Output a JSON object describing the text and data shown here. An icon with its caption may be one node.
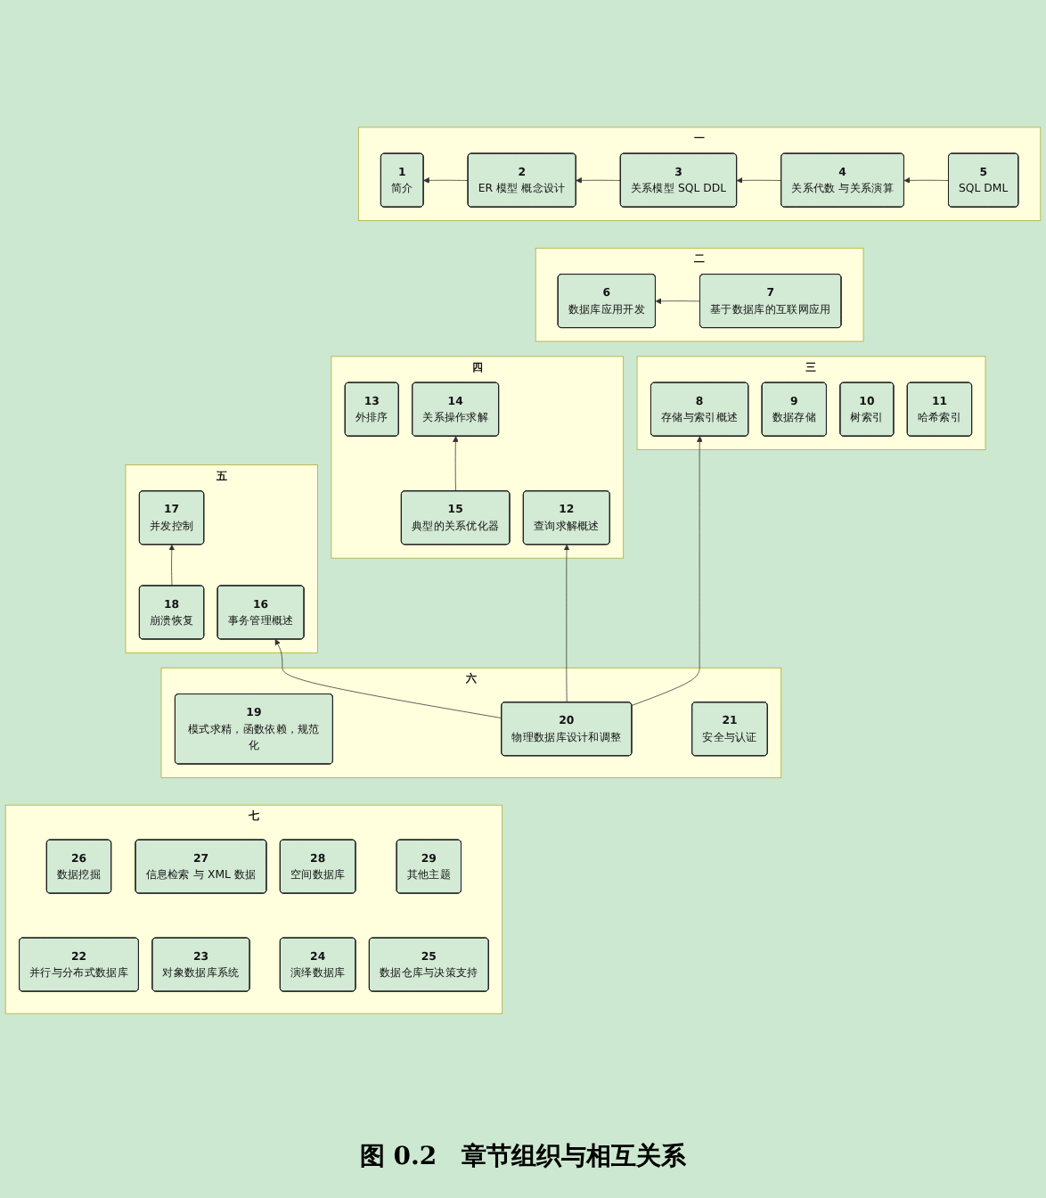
{
  "diagram": {
    "caption": "图 0.2　章节组织与相互关系",
    "nodes": [
      {
        "text": [
          "一"
        ]
      },
      {
        "text": [
          "1",
          "简介"
        ],
        "in": 0
      },
      {
        "text": [
          "2",
          "ER 模型 概念设计"
        ],
        "in": 0
      },
      {
        "text": [
          "3",
          "关系模型 SQL DDL"
        ],
        "in": 0
      },
      {
        "text": [
          "4",
          "关系代数 与关系演算"
        ],
        "in": 0
      },
      {
        "text": [
          "5",
          "SQL DML"
        ],
        "in": 0
      },
      {
        "text": [
          "二"
        ]
      },
      {
        "text": [
          "6",
          "数据库应用开发"
        ],
        "in": 6
      },
      {
        "text": [
          "7",
          "基于数据库的互联网应用"
        ],
        "in": 6
      },
      {
        "text": [
          "三"
        ]
      },
      {
        "text": [
          "8",
          "存储与索引概述"
        ],
        "in": 9
      },
      {
        "text": [
          "9",
          "数据存储"
        ],
        "in": 9
      },
      {
        "text": [
          "10",
          "树索引"
        ],
        "in": 9
      },
      {
        "text": [
          "11",
          "哈希索引"
        ],
        "in": 9
      },
      {
        "text": [
          "四"
        ]
      },
      {
        "text": [
          "12",
          "查询求解概述"
        ],
        "in": 14
      },
      {
        "text": [
          "13",
          "外排序"
        ],
        "in": 14
      },
      {
        "text": [
          "14",
          "关系操作求解"
        ],
        "in": 14
      },
      {
        "text": [
          "15",
          "典型的关系优化器"
        ],
        "in": 14
      },
      {
        "text": [
          "五"
        ]
      },
      {
        "text": [
          "16",
          "事务管理概述"
        ],
        "in": 19
      },
      {
        "text": [
          "17",
          "并发控制"
        ],
        "in": 19
      },
      {
        "text": [
          "18",
          "崩溃恢复"
        ],
        "in": 19
      },
      {
        "text": [
          "六"
        ]
      },
      {
        "text": [
          "19",
          "模式求精，函数依赖，规范化"
        ],
        "in": 23
      },
      {
        "text": [
          "20",
          "物理数据库设计和调整"
        ],
        "in": 23
      },
      {
        "text": [
          "21",
          "安全与认证"
        ],
        "in": 23
      },
      {
        "text": [
          "七"
        ]
      },
      {
        "text": [
          "22",
          "并行与分布式数据库"
        ],
        "in": 27
      },
      {
        "text": [
          "23",
          "对象数据库系统"
        ],
        "in": 27
      },
      {
        "text": [
          "24",
          "演绎数据库"
        ],
        "in": 27
      },
      {
        "text": [
          "25",
          "数据仓库与决策支持"
        ],
        "in": 27
      },
      {
        "text": [
          "26",
          "数据挖掘"
        ],
        "in": 27
      },
      {
        "text": [
          "27",
          "信息检索 与 XML 数据"
        ],
        "in": 27
      },
      {
        "text": [
          "28",
          "空间数据库"
        ],
        "in": 27
      },
      {
        "text": [
          "29",
          "其他主题"
        ],
        "in": 27
      }
    ],
    "edges": [
      {
        "from": 2,
        "to": 1,
        "arrow": "to"
      },
      {
        "from": 3,
        "to": 2,
        "arrow": "to"
      },
      {
        "from": 4,
        "to": 3,
        "arrow": "to"
      },
      {
        "from": 5,
        "to": 4,
        "arrow": "to"
      },
      {
        "from": 8,
        "to": 7,
        "arrow": "to"
      },
      {
        "from": 18,
        "to": 17,
        "arrow": "to"
      },
      {
        "from": 22,
        "to": 21,
        "arrow": "to"
      },
      {
        "from": 25,
        "to": 10,
        "arrow": "to"
      },
      {
        "from": 25,
        "to": 15,
        "arrow": "to"
      },
      {
        "from": 25,
        "to": 20,
        "arrow": "to"
      }
    ]
  }
}
